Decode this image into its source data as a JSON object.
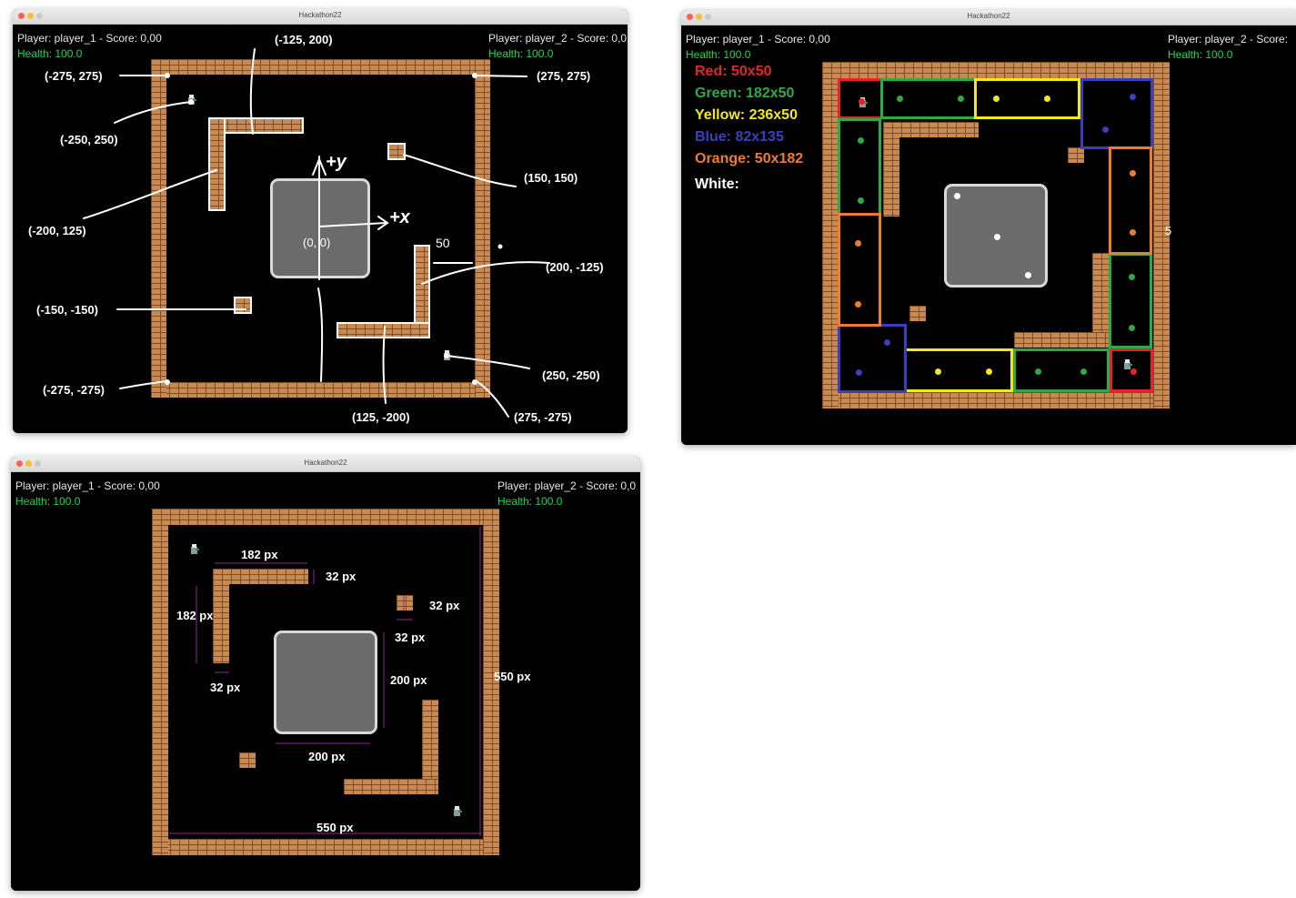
{
  "window_title": "Hackathon22",
  "hud": {
    "p1": "Player: player_1 - Score: 0,00",
    "p1_health": "Health: 100.0",
    "p2_w1": "Player: player_2 - Score: 0,0",
    "p2_w2": "Player: player_2 - Score:",
    "p2_health": "Health: 100.0"
  },
  "coords": {
    "tl_corner": "(-275, 275)",
    "wall_top": "(-125, 200)",
    "tr_corner": "(275, 275)",
    "spawn_tl": "(-250, 250)",
    "block_150": "(150, 150)",
    "wall_left": "(-200, 125)",
    "origin": "(0, 0)",
    "plus_y": "+y",
    "plus_x": "+x",
    "fifty": "50",
    "wall_right": "(200, -125)",
    "block_neg150": "(-150, -150)",
    "spawn_br": "(250, -250)",
    "bl_corner": "(-275, -275)",
    "br_corner": "(275, -275)",
    "wall_bottom": "(125, -200)"
  },
  "legend": {
    "red": "Red: 50x50",
    "green": "Green: 182x50",
    "yellow": "Yellow: 236x50",
    "blue": "Blue: 82x135",
    "orange": "Orange: 50x182",
    "white": "White:",
    "five": "5",
    "colors": {
      "red": "#e8222b",
      "green": "#2daa45",
      "yellow": "#f2e81a",
      "blue": "#3b3fbf",
      "orange": "#f07a30",
      "white": "#ffffff"
    }
  },
  "dims": {
    "top_wall_len": "182 px",
    "top_wall_thick": "32 px",
    "left_wall_len": "182 px",
    "left_wall_thick": "32 px",
    "block_tr": "32 px",
    "block_tr_h": "32 px",
    "center_h": "200 px",
    "center_w": "200 px",
    "arena_w": "550 px",
    "arena_h": "550 px"
  }
}
